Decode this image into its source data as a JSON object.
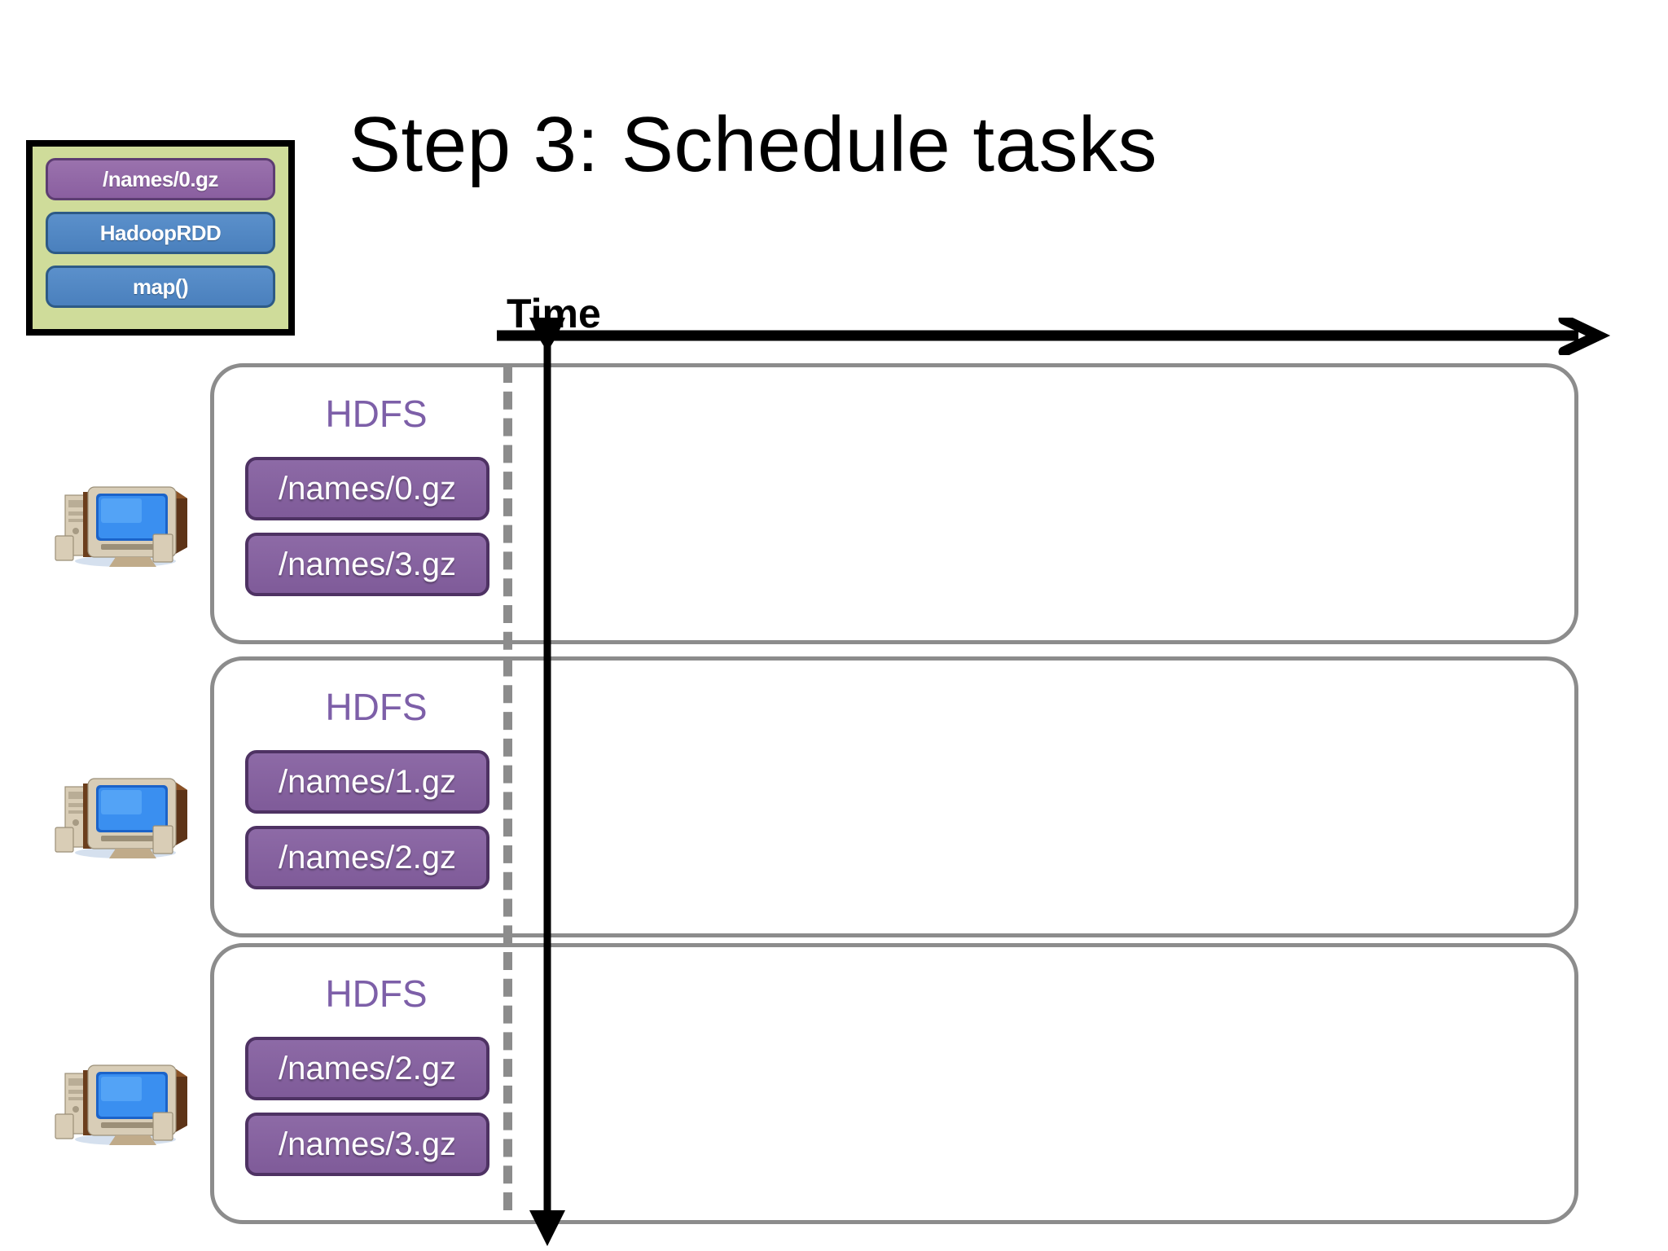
{
  "slide": {
    "title": "Step 3: Schedule tasks",
    "background_color": "#ffffff"
  },
  "legend": {
    "name": "rdd-lineage-legend",
    "background_color": "#cfdc9a",
    "border_color": "#000000",
    "items": [
      {
        "label": "/names/0.gz",
        "kind": "partition",
        "color": "#8a5fa0"
      },
      {
        "label": "HadoopRDD",
        "kind": "rdd",
        "color": "#4a80bd"
      },
      {
        "label": "map()",
        "kind": "rdd",
        "color": "#4a80bd"
      }
    ]
  },
  "timeline": {
    "axis_label": "Time",
    "axis_color": "#000000",
    "cursor_color": "#000000",
    "divider_color": "#8c8c8c",
    "divider_style": "dashed",
    "direction": "left-to-right"
  },
  "nodes": [
    {
      "machine_icon": "desktop-computer-icon",
      "storage_label": "HDFS",
      "storage_label_color": "#7d5fa8",
      "files": [
        "/names/0.gz",
        "/names/3.gz"
      ],
      "tasks": []
    },
    {
      "machine_icon": "desktop-computer-icon",
      "storage_label": "HDFS",
      "storage_label_color": "#7d5fa8",
      "files": [
        "/names/1.gz",
        "/names/2.gz"
      ],
      "tasks": []
    },
    {
      "machine_icon": "desktop-computer-icon",
      "storage_label": "HDFS",
      "storage_label_color": "#7d5fa8",
      "files": [
        "/names/2.gz",
        "/names/3.gz"
      ],
      "tasks": []
    }
  ]
}
